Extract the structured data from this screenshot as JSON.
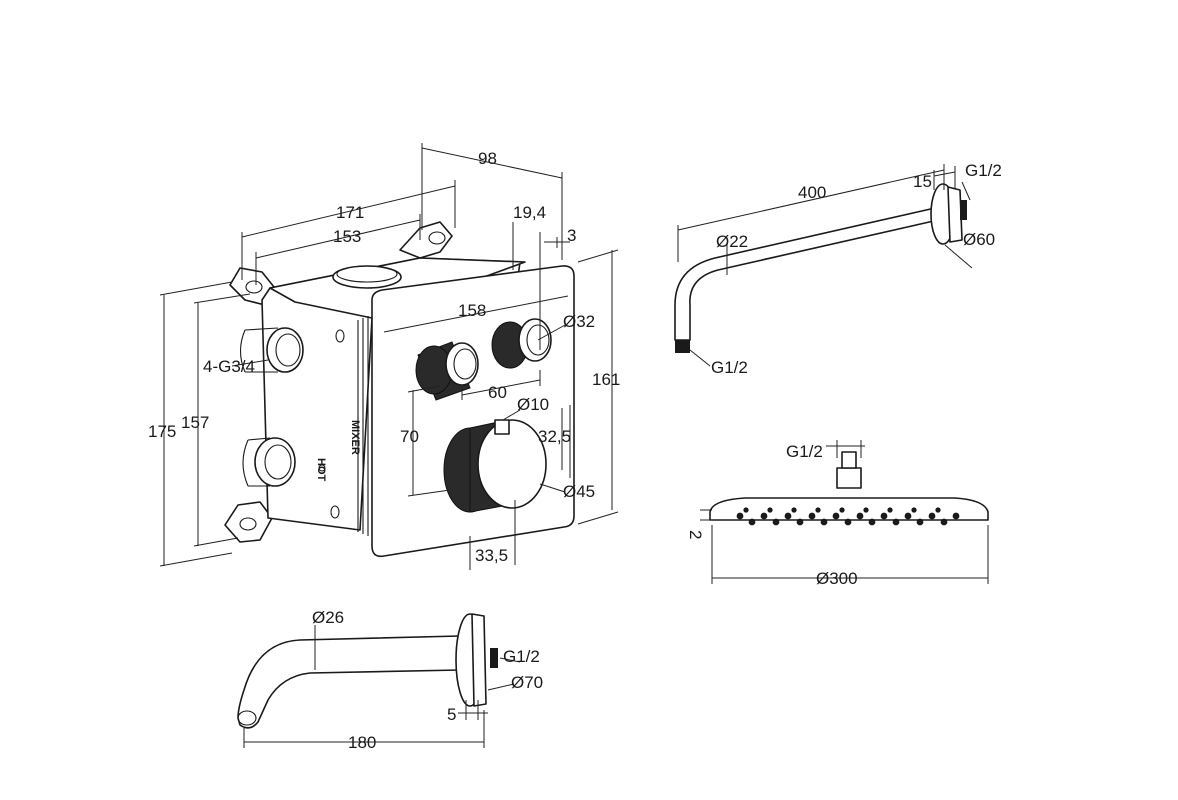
{
  "mixer_box": {
    "top_width_outer": "171",
    "top_width_inner": "153",
    "depth": "98",
    "plate_offset": "19,4",
    "plate_gap": "3",
    "plate_width": "158",
    "handle_diameter": "Ø32",
    "handle_spacing": "60",
    "stem_diameter": "Ø10",
    "vertical_spacing": "70",
    "knob_offset": "32,5",
    "knob_diameter": "Ø45",
    "knob_protrusion": "33,5",
    "plate_height": "161",
    "height_outer": "175",
    "height_inner": "157",
    "connections": "4-G3/4",
    "hot_label": "HOT",
    "side_marking": "MIXER"
  },
  "shower_arm": {
    "length": "400",
    "flange_depth": "15",
    "inlet_thread": "G1/2",
    "pipe_diameter": "Ø22",
    "flange_diameter": "Ø60",
    "outlet_thread": "G1/2"
  },
  "shower_head": {
    "thread": "G1/2",
    "thickness": "2",
    "diameter": "Ø300"
  },
  "spout": {
    "pipe_diameter": "Ø26",
    "thread": "G1/2",
    "flange_diameter": "Ø70",
    "flange_depth": "5",
    "length": "180"
  }
}
